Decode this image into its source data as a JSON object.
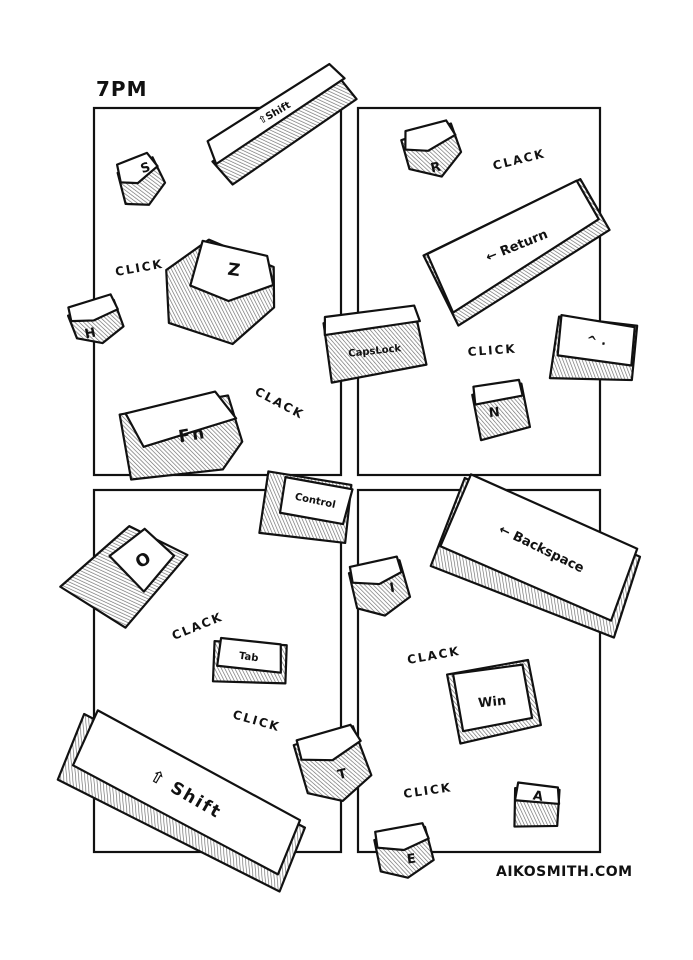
{
  "page": {
    "time_caption": "7PM",
    "credit": "AIKOSMITH.COM"
  },
  "sound_effects": {
    "p1_click": "CLICK",
    "p1_clack": "CLACK",
    "p2_clack": "CLACK",
    "p2_click": "CLICK",
    "p3_clack": "CLACK",
    "p3_click": "CLICK",
    "p4_clack": "CLACK",
    "p4_click": "CLICK"
  },
  "keys": {
    "s": "S",
    "shift_small": "⇧Shift",
    "z": "Z",
    "h": "H",
    "fn": "Fn",
    "r": "R",
    "return": "← Return",
    "capslock": "CapsLock",
    "caret": "^ ·",
    "n": "N",
    "control": "Control",
    "backspace": "← Backspace",
    "o": "O",
    "i": "I",
    "tab": "Tab",
    "win": "Win",
    "shift_big": "⇧ Shift",
    "t": "T",
    "a": "A",
    "e": "E"
  },
  "colors": {
    "ink": "#111111",
    "paper": "#ffffff",
    "shade": "#9a9a9a"
  }
}
